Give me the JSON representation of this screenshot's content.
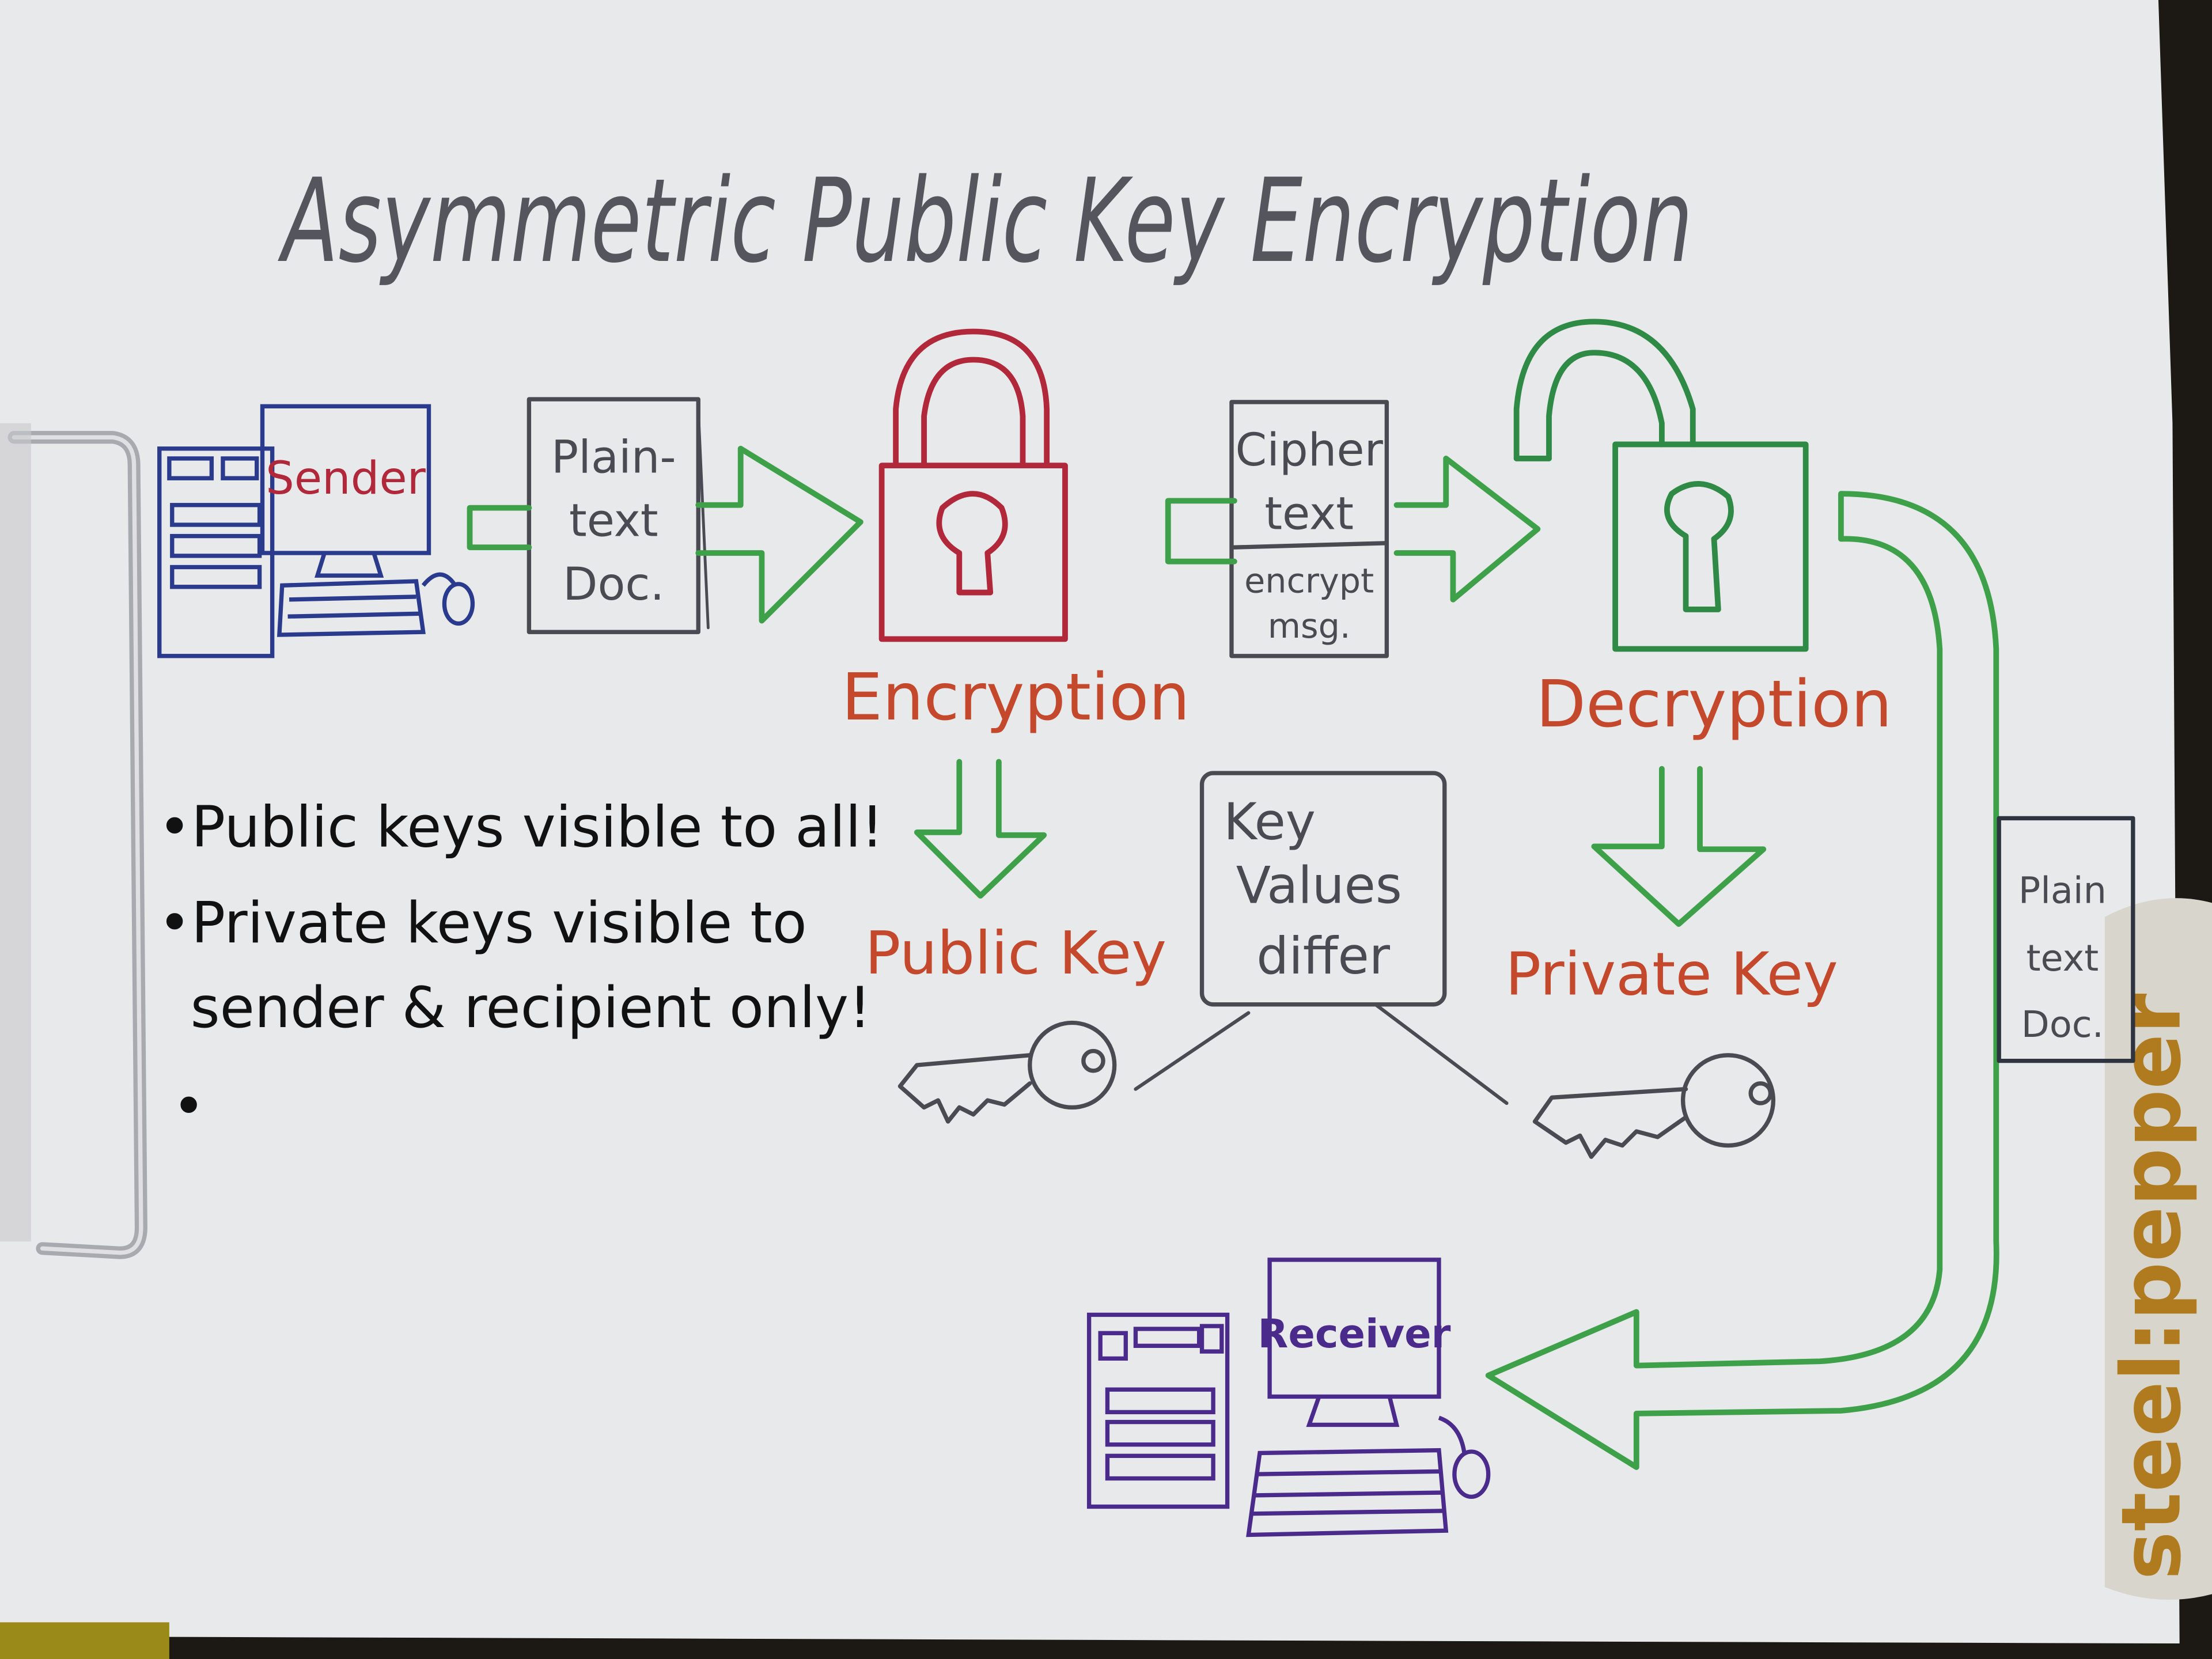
{
  "title": "Asymmetric Public Key Encryption",
  "sender": {
    "label": "Sender"
  },
  "receiver": {
    "label": "Receiver"
  },
  "plaintext_doc": {
    "line1": "Plain-",
    "line2": "text",
    "line3": "Doc."
  },
  "ciphertext": {
    "line1": "Cipher",
    "line2": "text",
    "line3": "encrypt",
    "line4": "msg."
  },
  "encryption": {
    "label": "Encryption",
    "key_label": "Public Key"
  },
  "decryption": {
    "label": "Decryption",
    "key_label": "Private Key"
  },
  "key_note": {
    "line1": "Key",
    "line2": "Values",
    "line3": "differ"
  },
  "output_doc": {
    "line1": "Plain",
    "line2": "text",
    "line3": "Doc."
  },
  "notes": [
    "Public keys visible to all!",
    "Private keys visible to",
    "sender & recipient only!",
    ""
  ],
  "tab_label": "steel:pepper",
  "colors": {
    "paper": "#e9eaec",
    "sender_blue": "#2a3a8c",
    "receiver_purple": "#4a2a8a",
    "lock_red": "#b0283a",
    "label_orange": "#c4482c",
    "arrow_green": "#3fa04a",
    "pencil_gray": "#4a4a52",
    "tab_gold": "#b07a1e"
  }
}
